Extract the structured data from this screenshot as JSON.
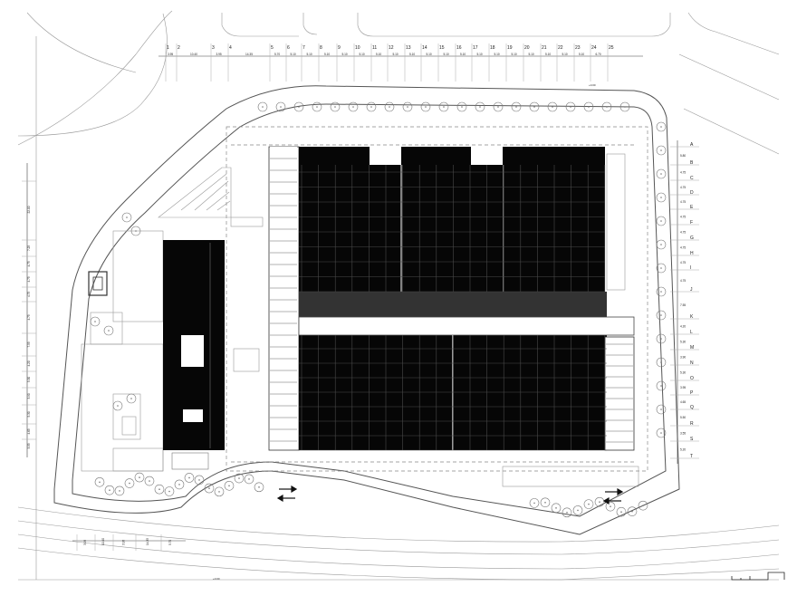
{
  "drawing": {
    "column_grid": [
      {
        "id": "1",
        "dim": "3.95"
      },
      {
        "id": "2",
        "dim": "10.40"
      },
      {
        "id": "3",
        "dim": "3.95"
      },
      {
        "id": "4",
        "dim": "14.35"
      },
      {
        "id": "5",
        "dim": "5.70"
      },
      {
        "id": "6",
        "dim": "5.10"
      },
      {
        "id": "7",
        "dim": "5.10"
      },
      {
        "id": "8",
        "dim": "5.10"
      },
      {
        "id": "9",
        "dim": "5.10"
      },
      {
        "id": "10",
        "dim": "5.10"
      },
      {
        "id": "11",
        "dim": "5.10"
      },
      {
        "id": "12",
        "dim": "5.10"
      },
      {
        "id": "13",
        "dim": "5.10"
      },
      {
        "id": "14",
        "dim": "5.10"
      },
      {
        "id": "15",
        "dim": "5.10"
      },
      {
        "id": "16",
        "dim": "5.10"
      },
      {
        "id": "17",
        "dim": "5.10"
      },
      {
        "id": "18",
        "dim": "5.10"
      },
      {
        "id": "19",
        "dim": "5.10"
      },
      {
        "id": "20",
        "dim": "5.10"
      },
      {
        "id": "21",
        "dim": "5.10"
      },
      {
        "id": "22",
        "dim": "5.10"
      },
      {
        "id": "23",
        "dim": "5.10"
      },
      {
        "id": "24",
        "dim": "6.70"
      },
      {
        "id": "25",
        "dim": ""
      }
    ],
    "row_grid": [
      {
        "id": "A",
        "dim": "5.80"
      },
      {
        "id": "B",
        "dim": "4.75"
      },
      {
        "id": "C",
        "dim": "4.75"
      },
      {
        "id": "D",
        "dim": "4.75"
      },
      {
        "id": "E",
        "dim": "4.75"
      },
      {
        "id": "F",
        "dim": "4.75"
      },
      {
        "id": "G",
        "dim": "4.75"
      },
      {
        "id": "H",
        "dim": "4.75"
      },
      {
        "id": "I",
        "dim": "4.75"
      },
      {
        "id": "J",
        "dim": "7.55"
      },
      {
        "id": "K",
        "dim": "4.20"
      },
      {
        "id": "L",
        "dim": "5.30"
      },
      {
        "id": "M",
        "dim": "3.90"
      },
      {
        "id": "N",
        "dim": "5.30"
      },
      {
        "id": "O",
        "dim": "3.95"
      },
      {
        "id": "P",
        "dim": "4.65"
      },
      {
        "id": "Q",
        "dim": "5.50"
      },
      {
        "id": "R",
        "dim": "3.55"
      },
      {
        "id": "S",
        "dim": "5.20"
      },
      {
        "id": "T",
        "dim": ""
      }
    ],
    "left_dims": [
      "22.00",
      "7.25",
      "4.75",
      "4.75",
      "4.75",
      "4.75",
      "7.55",
      "4.20",
      "5.30",
      "3.90",
      "5.30",
      "4.65",
      "3.55"
    ],
    "bottom_dims": [
      "3.95",
      "10.40",
      "3.95",
      "14.35",
      "5.70"
    ],
    "top_level_mark": "+0.00",
    "bottom_level_mark": "+0.00",
    "colors": {
      "hall_fill": "#060606",
      "line": "#555555",
      "background": "#ffffff"
    }
  }
}
